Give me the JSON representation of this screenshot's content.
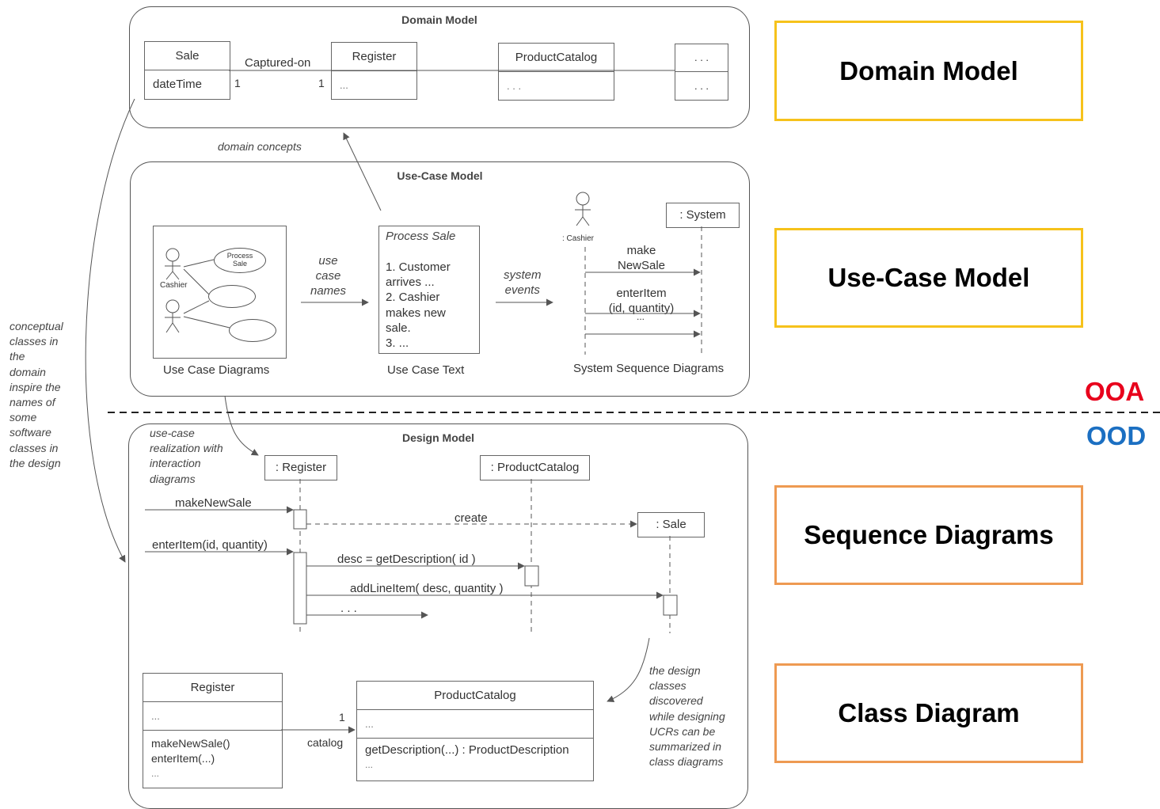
{
  "side_note": [
    "conceptual",
    "classes in",
    "the",
    "domain",
    "inspire the",
    "names of",
    "some",
    "software",
    "classes in",
    "the design"
  ],
  "domain_model": {
    "title": "Domain Model",
    "sale": {
      "name": "Sale",
      "attr": "dateTime"
    },
    "assoc": {
      "name": "Captured-on",
      "left_mult": "1",
      "right_mult": "1"
    },
    "register": {
      "name": "Register",
      "attr": "..."
    },
    "catalog": {
      "name": "ProductCatalog",
      "attr": ". . ."
    },
    "more": {
      "name": ". . .",
      "attr": ". . ."
    }
  },
  "domain_concepts": "domain concepts",
  "use_case_model": {
    "title": "Use-Case Model",
    "uc_diagram": {
      "actor1": "Cashier",
      "bubble": [
        "Process",
        "Sale"
      ],
      "caption": "Use Case Diagrams"
    },
    "arrow1": [
      "use",
      "case",
      "names"
    ],
    "uc_text": {
      "title": "Process Sale",
      "lines": [
        "1. Customer",
        "arrives ...",
        "2. Cashier",
        "makes new",
        "sale.",
        "3. ..."
      ],
      "caption": "Use Case Text"
    },
    "arrow2": [
      "system",
      "events"
    ],
    "ssd": {
      "actor": ": Cashier",
      "system": ": System",
      "msg1": [
        "make",
        "NewSale"
      ],
      "msg2": [
        "enterItem",
        "(id, quantity)"
      ],
      "dots": "...",
      "caption": "System Sequence Diagrams"
    }
  },
  "ooa": "OOA",
  "ood": "OOD",
  "design_model": {
    "title": "Design Model",
    "realization_note": [
      "use-case",
      "realization with",
      "interaction",
      "diagrams"
    ],
    "seq": {
      "register": ": Register",
      "catalog": ": ProductCatalog",
      "sale": ": Sale",
      "m_make": "makeNewSale",
      "m_create": "create",
      "m_enter": "enterItem(id, quantity)",
      "m_desc": "desc = getDescription( id )",
      "m_add": "addLineItem( desc, quantity )",
      "m_dots": ". . ."
    },
    "class_note": [
      "the design",
      "classes",
      "discovered",
      "while designing",
      "UCRs can be",
      "summarized in",
      "class diagrams"
    ],
    "cd_register": {
      "name": "Register",
      "attrs": "...",
      "ops": [
        "makeNewSale()",
        "enterItem(...)",
        "..."
      ]
    },
    "cd_assoc": {
      "mult": "1",
      "role": "catalog"
    },
    "cd_catalog": {
      "name": "ProductCatalog",
      "attrs": "...",
      "ops": [
        "getDescription(...) : ProductDescription",
        "..."
      ]
    }
  },
  "labels": {
    "domain": "Domain Model",
    "use_case": "Use-Case Model",
    "sequence": "Sequence Diagrams",
    "class": "Class Diagram"
  },
  "colors": {
    "label_yellow": "#f6c21b",
    "label_orange": "#ee9a52",
    "ooa": "#e8001c",
    "ood": "#1b6fc2"
  }
}
